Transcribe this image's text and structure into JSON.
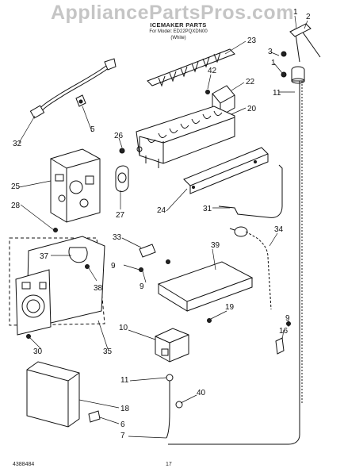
{
  "watermark": "AppliancePartsPros.com",
  "header": {
    "title": "ICEMAKER PARTS",
    "model_line": "For Model: ED22PQXDN00",
    "color_line": "(White)"
  },
  "callouts": [
    "1",
    "2",
    "3",
    "1",
    "23",
    "42",
    "22",
    "11",
    "20",
    "5",
    "32",
    "26",
    "25",
    "27",
    "28",
    "24",
    "31",
    "34",
    "33",
    "37",
    "9",
    "9",
    "39",
    "38",
    "19",
    "10",
    "16",
    "9",
    "30",
    "35",
    "11",
    "40",
    "18",
    "6",
    "7"
  ],
  "footer": {
    "doc_number": "4388484",
    "page_number": "17"
  },
  "colors": {
    "line": "#111111",
    "watermark": "#969696"
  }
}
